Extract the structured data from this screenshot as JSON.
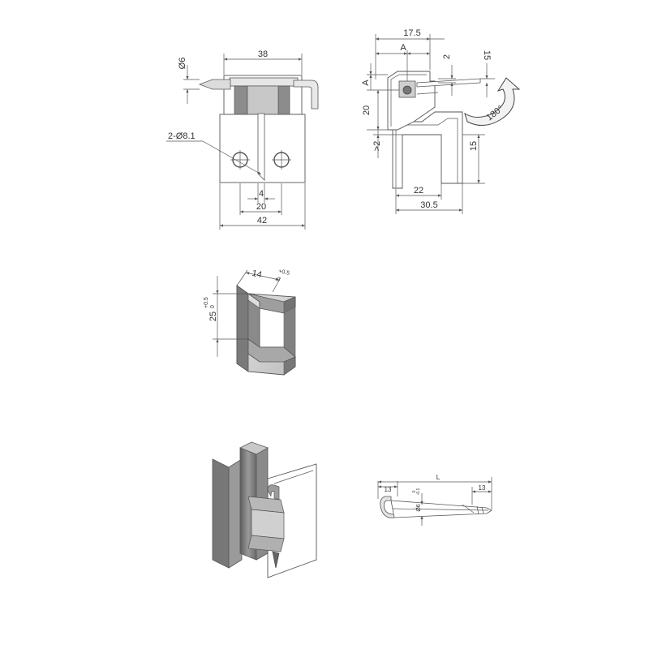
{
  "colors": {
    "line": "#555555",
    "text": "#333333",
    "metal_dark": "#6e6e6e",
    "metal_mid": "#a6a6a6",
    "metal_light": "#d6d6d6",
    "arrow_fill": "#f2f2f2"
  },
  "front_view": {
    "dim_width_top": "38",
    "dim_pin_dia": "Ø6",
    "dim_holes": "2-Ø8.1",
    "dim_slot": "4",
    "dim_hole_pitch": "20",
    "dim_width_bottom": "42"
  },
  "side_view": {
    "dim_top": "17.5",
    "dim_a_top": "A",
    "dim_2": "2",
    "dim_15_top": "15",
    "dim_a_left": "A",
    "dim_20": "20",
    "dim_gt2": ">2",
    "dim_15_right": "15",
    "dim_22": "22",
    "dim_30_5": "30.5",
    "rotation_label": "180°"
  },
  "cutout_view": {
    "dim_14": "14",
    "dim_14_tol_upper": "+0.5",
    "dim_14_tol_lower": "0",
    "dim_25": "25",
    "dim_25_tol_upper": "+0.5",
    "dim_25_tol_lower": "0"
  },
  "pin_view": {
    "dim_left": "13",
    "dim_length": "L",
    "dim_right": "13",
    "dim_dia": "Ø6",
    "dim_dia_tol_upper": "0",
    "dim_dia_tol_lower": "-0.1"
  }
}
